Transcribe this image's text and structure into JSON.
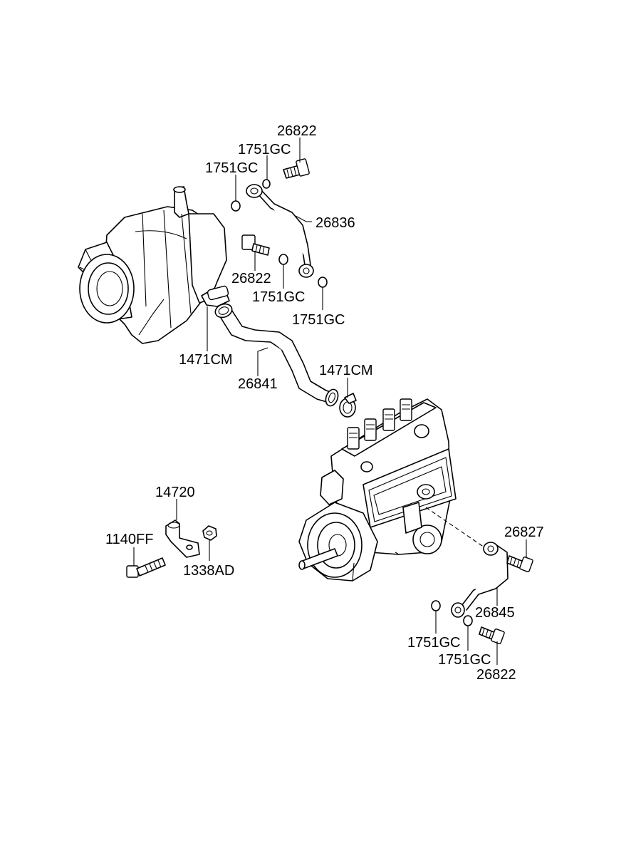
{
  "labels": {
    "bolt_26822_top": "26822",
    "washer_1751GC_a": "1751GC",
    "washer_1751GC_b": "1751GC",
    "pipe_26836": "26836",
    "bolt_26822_mid": "26822",
    "washer_1751GC_c": "1751GC",
    "washer_1751GC_d": "1751GC",
    "clamp_1471CM_left": "1471CM",
    "hose_26841": "26841",
    "clamp_1471CM_right": "1471CM",
    "bracket_14720": "14720",
    "bolt_1140FF": "1140FF",
    "nut_1338AD": "1338AD",
    "bolt_26827": "26827",
    "pipe_26845": "26845",
    "washer_1751GC_e": "1751GC",
    "washer_1751GC_f": "1751GC",
    "bolt_26822_bottom": "26822"
  }
}
